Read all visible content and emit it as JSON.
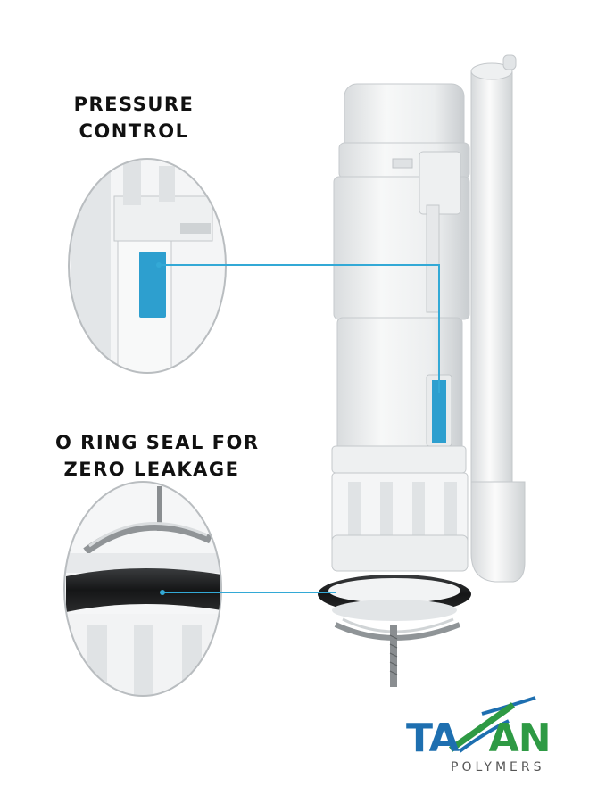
{
  "captions": {
    "pressure_line1": "PRESSURE",
    "pressure_line2": "CONTROL",
    "oring_line1": "O RING SEAL FOR",
    "oring_line2": "ZERO LEAKAGE"
  },
  "brand": {
    "name_part1": "TA",
    "name_part2": "AN",
    "tagline": "POLYMERS"
  },
  "colors": {
    "accent": "#33a9d6",
    "valve_blue": "#2d9fcf",
    "brand_blue": "#1e6fb0",
    "brand_green": "#2e9a44"
  }
}
